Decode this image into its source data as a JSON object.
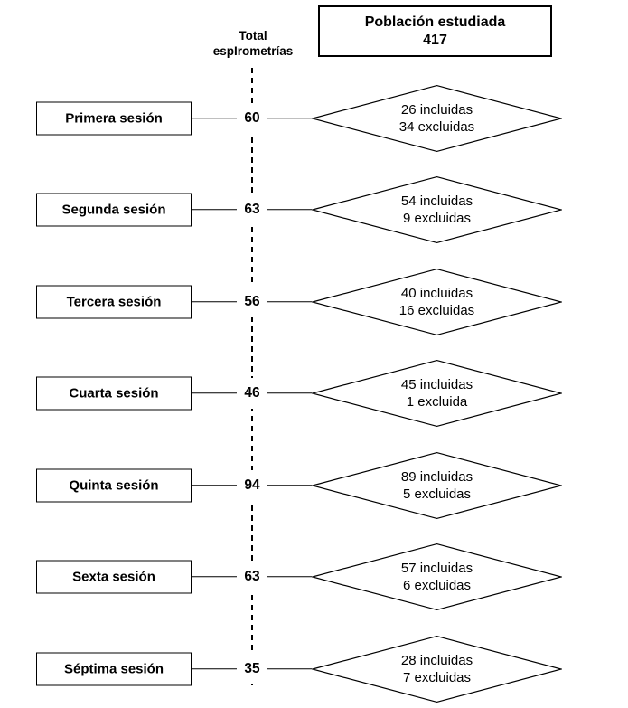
{
  "population_box": {
    "title": "Población estudiada",
    "value": "417"
  },
  "column_header": {
    "line1": "Total",
    "line2": "espIrometrías"
  },
  "rows": [
    {
      "label": "Primera sesión",
      "total": "60",
      "included": "26 incluidas",
      "excluded": "34 excluidas"
    },
    {
      "label": "Segunda sesión",
      "total": "63",
      "included": "54 incluidas",
      "excluded": "9 excluidas"
    },
    {
      "label": "Tercera sesión",
      "total": "56",
      "included": "40 incluidas",
      "excluded": "16 excluidas"
    },
    {
      "label": "Cuarta sesión",
      "total": "46",
      "included": "45 incluidas",
      "excluded": "1 excluida"
    },
    {
      "label": "Quinta sesión",
      "total": "94",
      "included": "89 incluidas",
      "excluded": "5 excluidas"
    },
    {
      "label": "Sexta sesión",
      "total": "63",
      "included": "57 incluidas",
      "excluded": "6 excluidas"
    },
    {
      "label": "Séptima sesión",
      "total": "35",
      "included": "28 incluidas",
      "excluded": "7 excluidas"
    }
  ],
  "colors": {
    "line": "#000000",
    "background": "#ffffff"
  }
}
